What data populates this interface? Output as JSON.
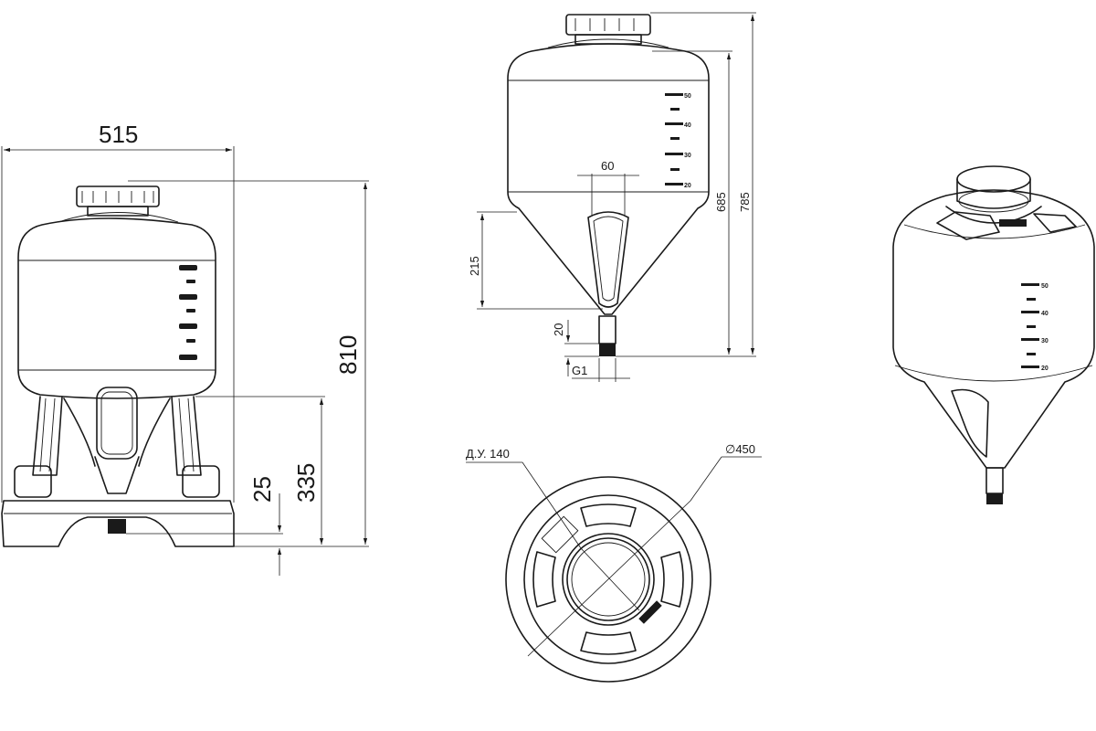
{
  "front_view": {
    "width_label": "515",
    "height_label": "810",
    "leg_height_label": "335",
    "clearance_label": "25"
  },
  "side_view": {
    "outlet_width_label": "60",
    "cone_height_label": "215",
    "nozzle_length_label": "20",
    "thread_label": "G1",
    "body_height_label": "685",
    "total_height_label": "785",
    "scale_marks": [
      "50",
      "40",
      "30",
      "20"
    ]
  },
  "top_view": {
    "nominal_diameter_label": "Д.У. 140",
    "outer_diameter_label": "∅450"
  },
  "perspective_view": {
    "scale_marks": [
      "50",
      "40",
      "30",
      "20"
    ]
  },
  "colors": {
    "line": "#1a1a1a",
    "background": "#ffffff"
  }
}
